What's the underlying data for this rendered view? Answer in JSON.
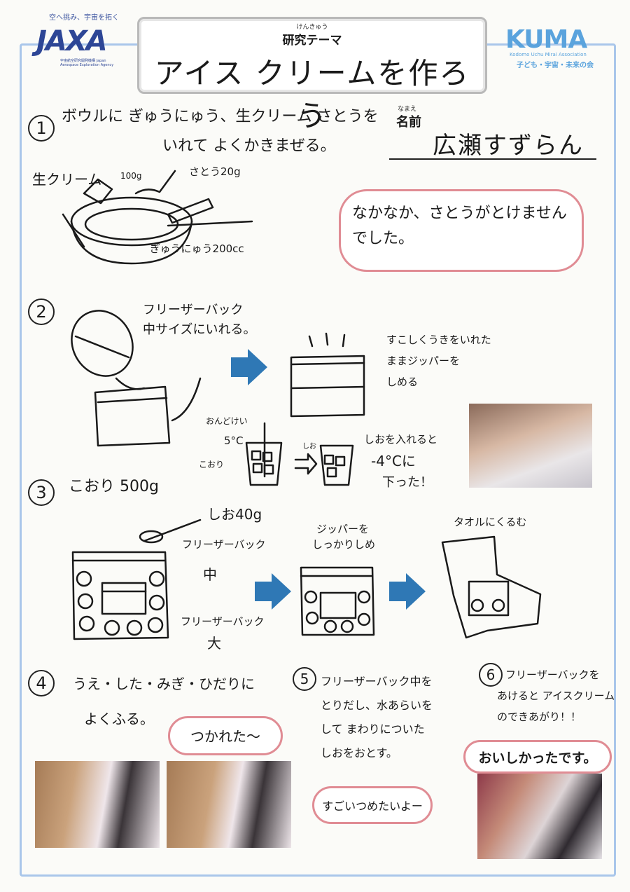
{
  "header": {
    "jaxa_tagline": "空へ挑み、宇宙を拓く",
    "jaxa_logo": "JAXA",
    "jaxa_subtitle": "宇宙航空研究開発機構 Japan Aerospace Exploration Agency",
    "title_ruby": "けんきゅう",
    "title_theme": "研究テーマ",
    "title_main": "アイス クリームを作ろう",
    "kuma_logo": "KUMA",
    "kuma_subtitle": "Kodomo Uchu Mirai Association",
    "kuma_subtitle_ja": "子ども・宇宙・未来の会"
  },
  "name": {
    "ruby": "なまえ",
    "label": "名前",
    "value": "広瀬すずらん"
  },
  "steps": [
    {
      "number": "1",
      "text_line1": "ボウルに ぎゅうにゅう、生クリーム さとうを",
      "text_line2": "いれて よくかきまぜる。",
      "labels": {
        "cream": "生クリーム",
        "cream_amount": "100g",
        "sugar": "さとう20g",
        "milk": "ぎゅうにゅう200cc"
      },
      "bubble": "なかなか、さとうがとけません でした。"
    },
    {
      "number": "2",
      "label_bag": "フリーザーバック",
      "label_bag2": "中サイズにいれる。",
      "note": [
        "すこしくうきをいれた",
        "ままジッパーを",
        "しめる"
      ],
      "temp_label": "おんどけい",
      "temp_before": "5°C",
      "ice_label": "こおり",
      "salt_label": "しお",
      "salt_note": "しおを入れると",
      "temp_after": "-4°Cに",
      "temp_after2": "下った！"
    },
    {
      "number": "3",
      "text": "こおり 500g",
      "salt": "しお40g",
      "bag_mid": "フリーザーバック",
      "bag_mid_size": "中",
      "bag_large": "フリーザーバック",
      "bag_large_size": "大",
      "zip_label_1": "ジッパーを",
      "zip_label_2": "しっかりしめ",
      "towel": "タオルにくるむ"
    },
    {
      "number": "4",
      "text_line1": "うえ・した・みぎ・ひだりに",
      "text_line2": "よくふる。",
      "bubble": "つかれた～"
    },
    {
      "number": "5",
      "text": [
        "フリーザーバック中を",
        "とりだし、水あらいを",
        "して まわりについた",
        "しおをおとす。"
      ],
      "bubble": "すごいつめたいよー"
    },
    {
      "number": "6",
      "text": [
        "フリーザーバックを",
        "あけると アイスクリーム",
        "のできあがり！！"
      ],
      "bubble": "おいしかったです。"
    }
  ],
  "colors": {
    "frame": "#a9c6ea",
    "bubble": "#e08c94",
    "arrow": "#2f78b5",
    "jaxa": "#2d4696",
    "kuma": "#5aa3dd"
  }
}
